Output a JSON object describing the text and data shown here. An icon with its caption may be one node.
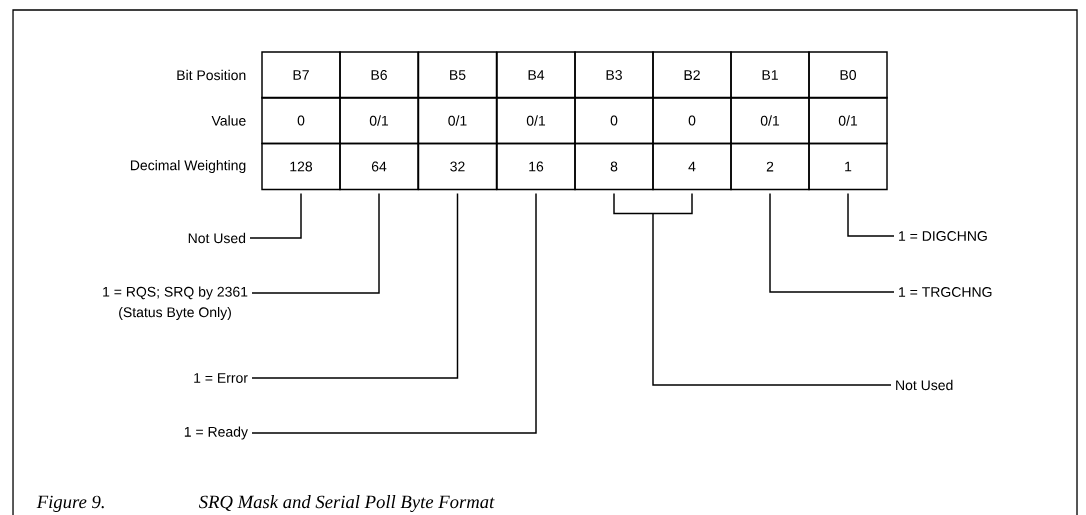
{
  "diagram": {
    "caption": "SRQ Mask and Serial Poll Byte Format",
    "nodes": [
      {
        "text": [
          "128"
        ]
      },
      {
        "text": [
          "64"
        ]
      },
      {
        "text": [
          "32"
        ]
      },
      {
        "text": [
          "16"
        ]
      },
      {
        "text": [
          "8"
        ]
      },
      {
        "text": [
          "4"
        ]
      },
      {
        "text": [
          "2"
        ]
      },
      {
        "text": [
          "1"
        ]
      },
      {
        "text": [
          "Not Used"
        ]
      },
      {
        "text": [
          "1 = RQS; SRQ by 2361",
          "(Status Byte Only)"
        ]
      },
      {
        "text": [
          "1 = Error"
        ]
      },
      {
        "text": [
          "1 = Ready"
        ]
      },
      {
        "text": [
          "1 = DIGCHNG"
        ]
      },
      {
        "text": [
          "1 = TRGCHNG"
        ]
      },
      {
        "text": [
          "Not Used"
        ]
      }
    ],
    "edges": [
      {
        "from": 8,
        "to": 0,
        "arrow": "none"
      },
      {
        "from": 9,
        "to": 1,
        "arrow": "none"
      },
      {
        "from": 10,
        "to": 2,
        "arrow": "none"
      },
      {
        "from": 11,
        "to": 3,
        "arrow": "none"
      },
      {
        "from": 14,
        "to": 4,
        "arrow": "none"
      },
      {
        "from": 14,
        "to": 5,
        "arrow": "none"
      },
      {
        "from": 13,
        "to": 6,
        "arrow": "none"
      },
      {
        "from": 12,
        "to": 7,
        "arrow": "none"
      }
    ],
    "labels": [
      "Bit Position",
      "B7",
      "B6",
      "B5",
      "B4",
      "B3",
      "B2",
      "B1",
      "B0",
      "Value",
      "0",
      "0/1",
      "0/1",
      "0/1",
      "0",
      "0",
      "0/1",
      "0/1",
      "Decimal Weighting",
      "Figure 9."
    ]
  }
}
